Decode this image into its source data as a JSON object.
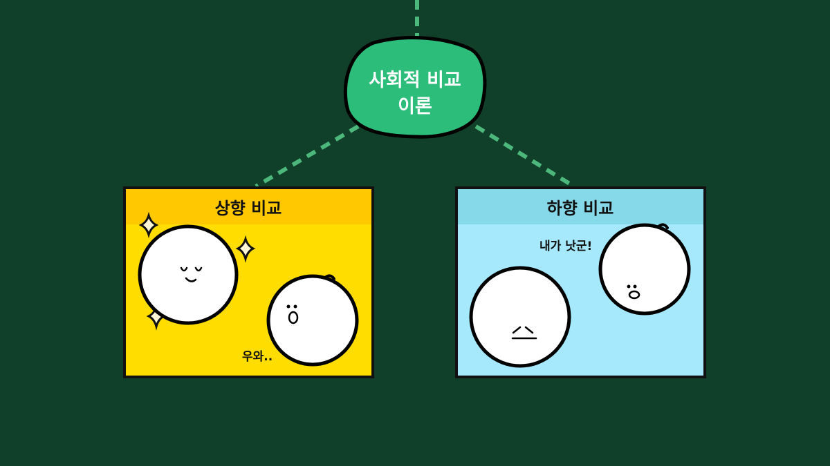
{
  "root_node": {
    "line1": "사회적 비교",
    "line2": "이론"
  },
  "branches": [
    {
      "title": "상향 비교",
      "speech": "우와.."
    },
    {
      "title": "하향 비교",
      "speech": "내가 낫군!"
    }
  ],
  "colors": {
    "background": "#11402a",
    "root_fill": "#2dbd7a",
    "connector": "#4cb87c",
    "upward_panel": "#ffdd00",
    "upward_header": "#ffc800",
    "downward_panel": "#a6e9fc",
    "downward_header": "#86d9e9"
  }
}
